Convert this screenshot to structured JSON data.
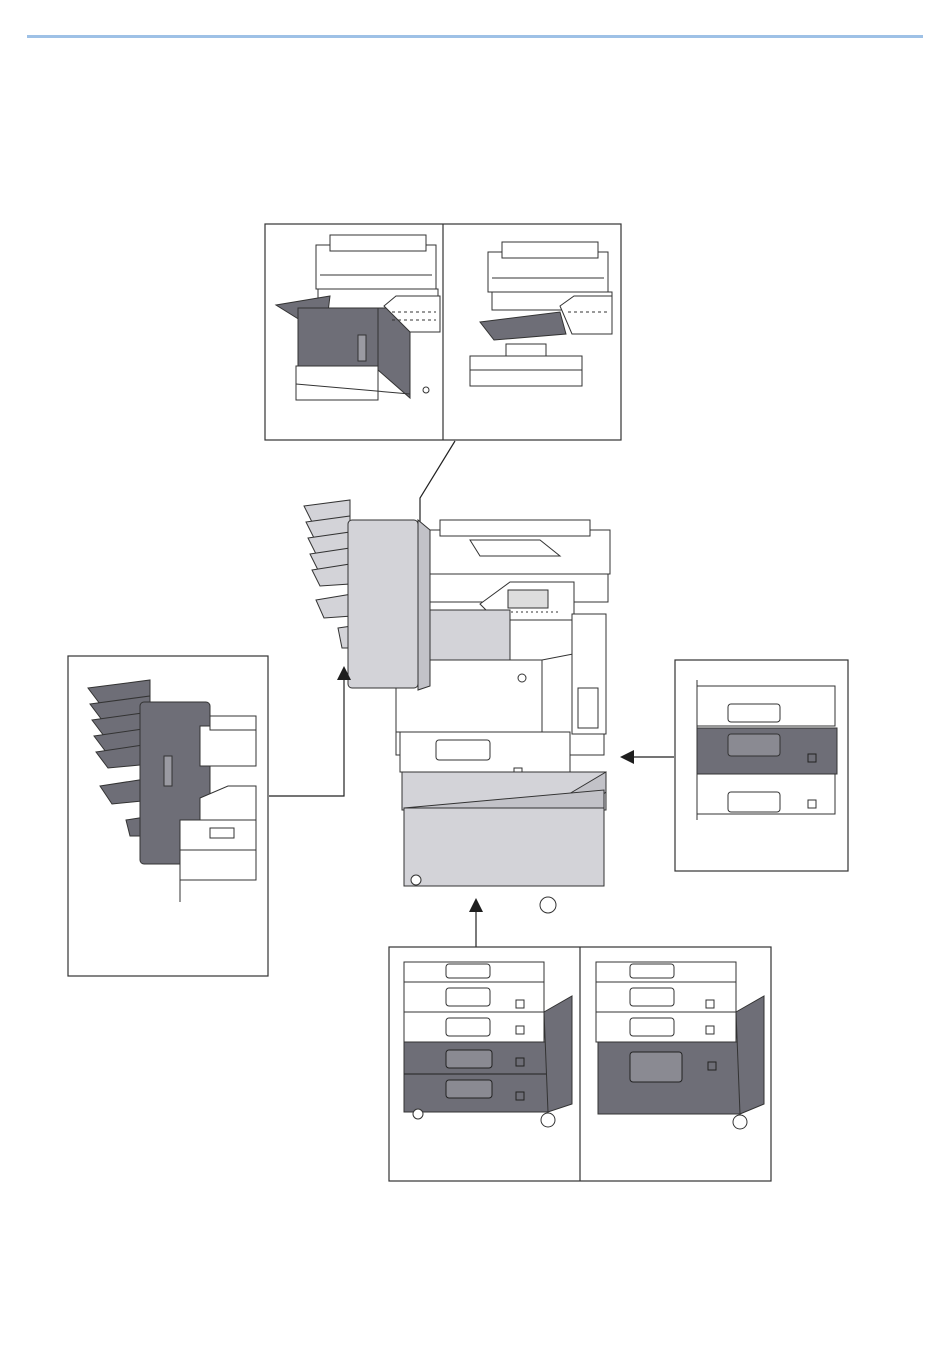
{
  "colors": {
    "header_rule": "#9ec1e6",
    "outline": "#2a2a2a",
    "optional_unit": "#d3d3d8",
    "highlight_part": "#6e6e77",
    "arrow": "#1e1e1e",
    "frame": "#333333",
    "machine_white": "#ffffff"
  },
  "icons": [
    "arrow-up-icon",
    "arrow-down-icon",
    "arrow-left-icon"
  ],
  "diagram": {
    "main_machine": "mfp-with-optional-units",
    "callouts": [
      {
        "id": "inner-finisher-options",
        "panels": 2
      },
      {
        "id": "mailbox-option",
        "panels": 1
      },
      {
        "id": "paper-feeder-option",
        "panels": 1
      },
      {
        "id": "cabinet-stand-options",
        "panels": 2
      }
    ]
  }
}
